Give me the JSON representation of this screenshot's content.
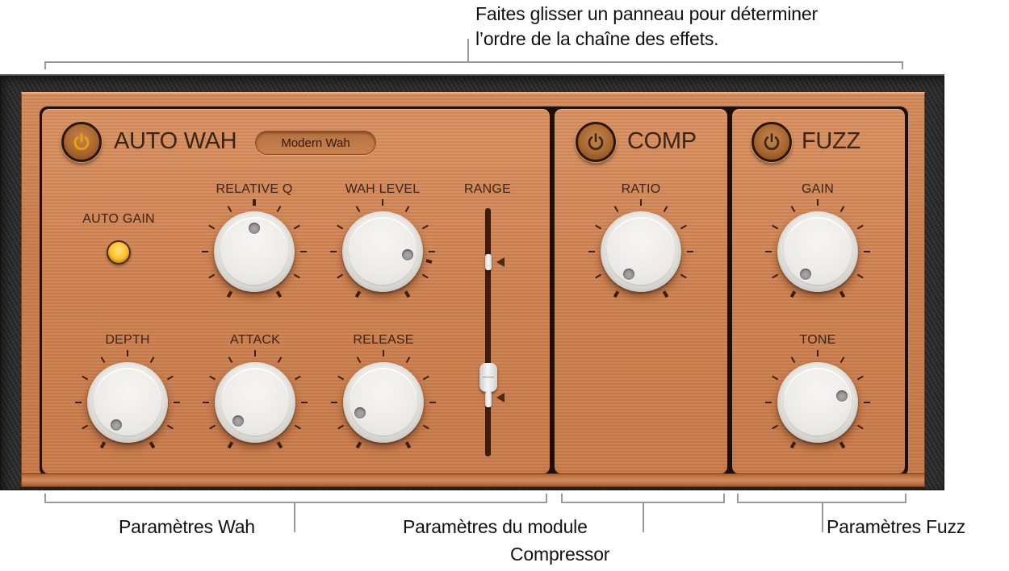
{
  "callouts": {
    "top": {
      "line1": "Faites glisser un panneau pour déterminer",
      "line2": "l’ordre de la chaîne des effets."
    },
    "wah": "Paramètres Wah",
    "comp_line1": "Paramètres du module",
    "comp_line2": "Compressor",
    "fuzz": "Paramètres Fuzz"
  },
  "plugin": {
    "modules": {
      "wah": {
        "title": "AUTO WAH",
        "power_on": true,
        "mode": "Modern Wah",
        "auto_gain": {
          "label": "AUTO GAIN",
          "on": true
        },
        "knobs": [
          {
            "label": "RELATIVE Q",
            "dot_angle_deg": 0
          },
          {
            "label": "WAH LEVEL",
            "dot_angle_deg": 100
          },
          {
            "label": "DEPTH",
            "dot_angle_deg": -140
          },
          {
            "label": "ATTACK",
            "dot_angle_deg": -140
          },
          {
            "label": "RELEASE",
            "dot_angle_deg": -115
          }
        ],
        "range": {
          "label": "RANGE",
          "upper_pos": 0.24,
          "lower_pos": 0.78
        }
      },
      "comp": {
        "title": "COMP",
        "power_on": false,
        "knobs": [
          {
            "label": "RATIO",
            "dot_angle_deg": -140
          }
        ]
      },
      "fuzz": {
        "title": "FUZZ",
        "power_on": false,
        "knobs": [
          {
            "label": "GAIN",
            "dot_angle_deg": -140
          },
          {
            "label": "TONE",
            "dot_angle_deg": 60
          }
        ]
      }
    }
  },
  "colors": {
    "power_on": "#f0a500",
    "power_off": "#3a2414",
    "wood": "#c97e4e",
    "leather": "#2b2b2b"
  }
}
